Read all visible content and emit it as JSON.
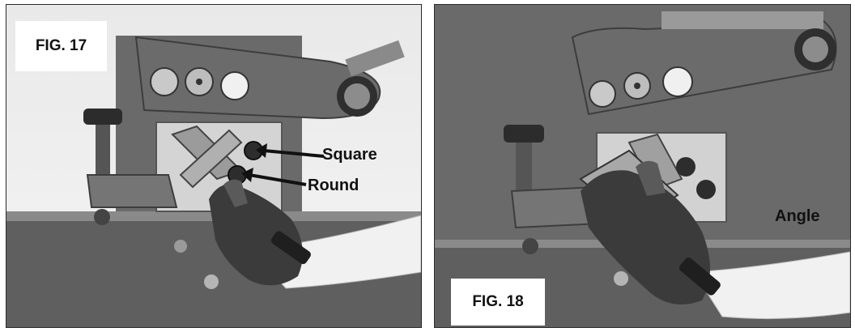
{
  "figures": [
    {
      "title": "FIG. 17",
      "callouts": [
        "Square",
        "Round"
      ]
    },
    {
      "title": "FIG. 18",
      "callouts": [
        "Angle"
      ]
    }
  ],
  "colors": {
    "panel_border": "#2a2a2a",
    "machine_dark": "#5a5a5a",
    "machine_mid": "#7a7a7a",
    "steel_light": "#d8d8d8",
    "glove": "#3a3a3a",
    "label_text": "#111111"
  }
}
